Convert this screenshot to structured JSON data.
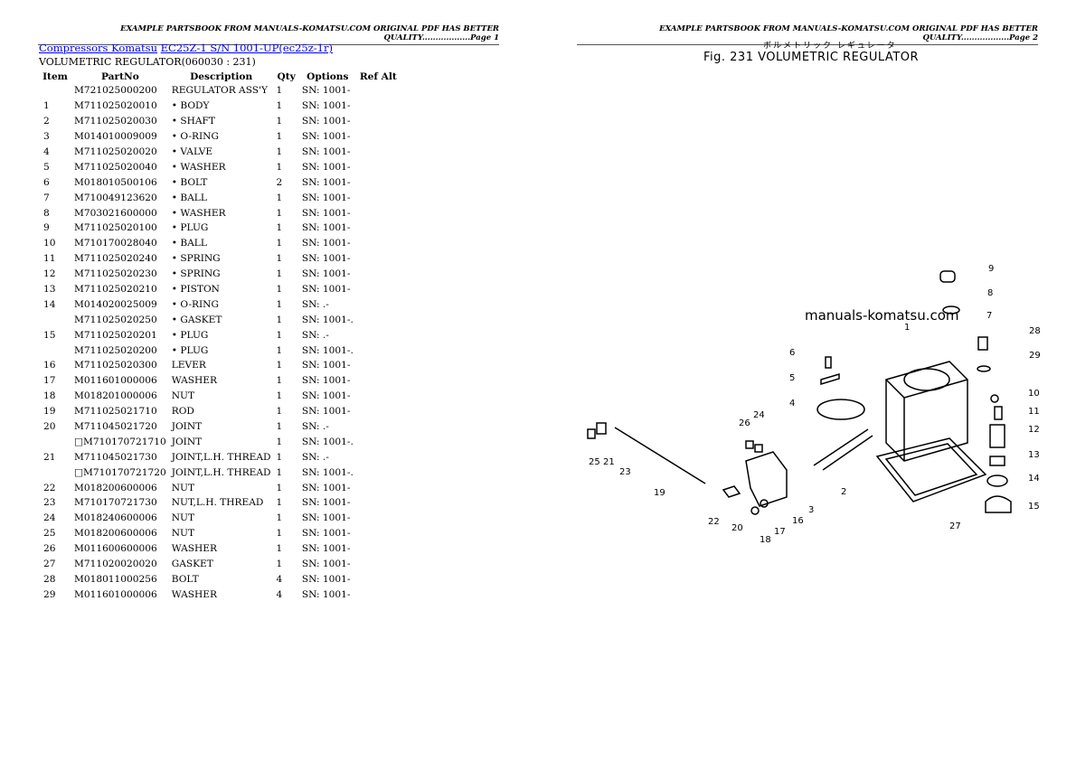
{
  "header": {
    "page1": "EXAMPLE PARTSBOOK FROM MANUALS-KOMATSU.COM ORIGINAL PDF HAS BETTER QUALITY..................Page 1",
    "page2": "EXAMPLE PARTSBOOK FROM MANUALS-KOMATSU.COM ORIGINAL PDF HAS BETTER QUALITY..................Page 2"
  },
  "breadcrumb": {
    "link1": "Compressors Komatsu",
    "link2": "EC25Z-1 S/N 1001-UP(ec25z-1r)"
  },
  "subtitle": "VOLUMETRIC REGULATOR(060030 : 231)",
  "columns": [
    "Item",
    "PartNo",
    "Description",
    "Qty",
    "Options",
    "Ref Alt"
  ],
  "rows": [
    [
      "",
      "M721025000200",
      "REGULATOR ASS'Y",
      "1",
      "SN: 1001-"
    ],
    [
      "1",
      "M711025020010",
      "• BODY",
      "1",
      "SN: 1001-"
    ],
    [
      "2",
      "M711025020030",
      "• SHAFT",
      "1",
      "SN: 1001-"
    ],
    [
      "3",
      "M014010009009",
      "• O-RING",
      "1",
      "SN: 1001-"
    ],
    [
      "4",
      "M711025020020",
      "• VALVE",
      "1",
      "SN: 1001-"
    ],
    [
      "5",
      "M711025020040",
      "• WASHER",
      "1",
      "SN: 1001-"
    ],
    [
      "6",
      "M018010500106",
      "• BOLT",
      "2",
      "SN: 1001-"
    ],
    [
      "7",
      "M710049123620",
      "• BALL",
      "1",
      "SN: 1001-"
    ],
    [
      "8",
      "M703021600000",
      "• WASHER",
      "1",
      "SN: 1001-"
    ],
    [
      "9",
      "M711025020100",
      "• PLUG",
      "1",
      "SN: 1001-"
    ],
    [
      "10",
      "M710170028040",
      "• BALL",
      "1",
      "SN: 1001-"
    ],
    [
      "11",
      "M711025020240",
      "• SPRING",
      "1",
      "SN: 1001-"
    ],
    [
      "12",
      "M711025020230",
      "• SPRING",
      "1",
      "SN: 1001-"
    ],
    [
      "13",
      "M711025020210",
      "• PISTON",
      "1",
      "SN: 1001-"
    ],
    [
      "14",
      "M014020025009",
      "• O-RING",
      "1",
      "SN: .-"
    ],
    [
      "",
      "M711025020250",
      "• GASKET",
      "1",
      "SN: 1001-."
    ],
    [
      "15",
      "M711025020201",
      "• PLUG",
      "1",
      "SN: .-"
    ],
    [
      "",
      "M711025020200",
      "• PLUG",
      "1",
      "SN: 1001-."
    ],
    [
      "16",
      "M711025020300",
      "LEVER",
      "1",
      "SN: 1001-"
    ],
    [
      "17",
      "M011601000006",
      "WASHER",
      "1",
      "SN: 1001-"
    ],
    [
      "18",
      "M018201000006",
      "NUT",
      "1",
      "SN: 1001-"
    ],
    [
      "19",
      "M711025021710",
      "ROD",
      "1",
      "SN: 1001-"
    ],
    [
      "20",
      "M711045021720",
      "JOINT",
      "1",
      "SN: .-"
    ],
    [
      "",
      "□M710170721710",
      "JOINT",
      "1",
      "SN: 1001-."
    ],
    [
      "21",
      "M711045021730",
      "JOINT,L.H. THREAD",
      "1",
      "SN: .-"
    ],
    [
      "",
      "□M710170721720",
      "JOINT,L.H. THREAD",
      "1",
      "SN: 1001-."
    ],
    [
      "22",
      "M018200600006",
      "NUT",
      "1",
      "SN: 1001-"
    ],
    [
      "23",
      "M710170721730",
      "NUT,L.H. THREAD",
      "1",
      "SN: 1001-"
    ],
    [
      "24",
      "M018240600006",
      "NUT",
      "1",
      "SN: 1001-"
    ],
    [
      "25",
      "M018200600006",
      "NUT",
      "1",
      "SN: 1001-"
    ],
    [
      "26",
      "M011600600006",
      "WASHER",
      "1",
      "SN: 1001-"
    ],
    [
      "27",
      "M711020020020",
      "GASKET",
      "1",
      "SN: 1001-"
    ],
    [
      "28",
      "M018011000256",
      "BOLT",
      "4",
      "SN: 1001-"
    ],
    [
      "29",
      "M011601000006",
      "WASHER",
      "4",
      "SN: 1001-"
    ]
  ],
  "figure": {
    "japanese": "ボルメトリック レギュレータ",
    "title": "Fig. 231   VOLUMETRIC REGULATOR",
    "watermark": "manuals-komatsu.com",
    "callouts": [
      "9",
      "8",
      "7",
      "28",
      "29",
      "10",
      "11",
      "12",
      "13",
      "14",
      "15",
      "6",
      "5",
      "4",
      "26",
      "24",
      "25",
      "21",
      "23",
      "19",
      "22",
      "20",
      "18",
      "17",
      "16",
      "3",
      "2",
      "27",
      "1"
    ]
  }
}
